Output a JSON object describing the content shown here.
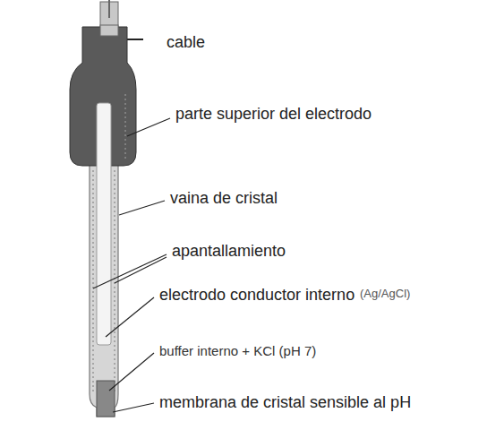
{
  "diagram": {
    "labels": [
      "cable",
      "parte superior del electrodo",
      "vaina de cristal",
      "apantallamiento",
      "electrodo conductor interno",
      "(Ag/AgCl)",
      "buffer interno + KCl (pH 7)",
      "membrana de cristal sensible al pH"
    ]
  }
}
